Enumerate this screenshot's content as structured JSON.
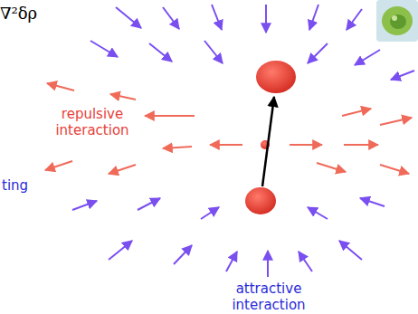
{
  "diagram": {
    "labels": [
      "∇²δρ",
      "repulsive interaction",
      "ting",
      "attractive interaction"
    ]
  }
}
